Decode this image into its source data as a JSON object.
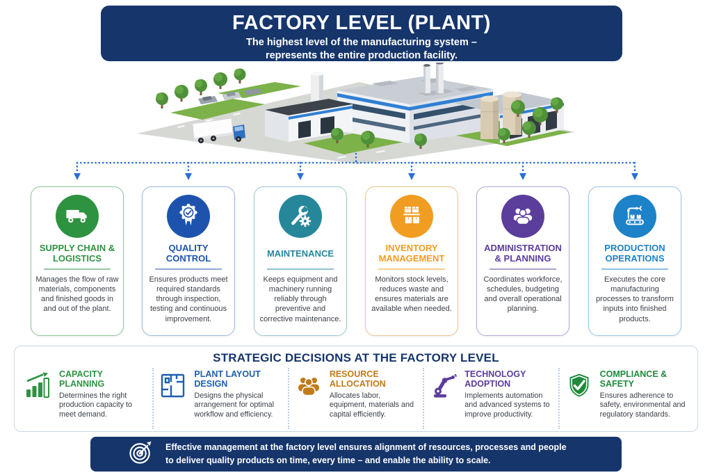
{
  "header": {
    "title": "FACTORY LEVEL (PLANT)",
    "subtitle_line1": "The highest level of the manufacturing system –",
    "subtitle_line2": "represents the entire production facility."
  },
  "factory_image": {
    "description": "Isometric 3D factory plant with white-and-blue industrial buildings, chimneys, silos, trees, parking lot and delivery truck"
  },
  "colors": {
    "banner": "#16356b",
    "connector": "#2a6fd4"
  },
  "cards": [
    {
      "icon": "truck-icon",
      "accent": "#2e9341",
      "border": "#90c498",
      "title": "SUPPLY CHAIN & LOGISTICS",
      "description": "Manages the flow of raw materials, components and finished goods in and out of the plant."
    },
    {
      "icon": "quality-badge-icon",
      "accent": "#1d53ad",
      "border": "#9db6dd",
      "title": "QUALITY CONTROL",
      "description": "Ensures products meet required standards through inspection, testing and continuous improvement."
    },
    {
      "icon": "wrench-gear-icon",
      "accent": "#26879b",
      "border": "#9ac6cf",
      "title": "MAINTENANCE",
      "description": "Keeps equipment and machinery running reliably through preventive and corrective maintenance."
    },
    {
      "icon": "inventory-boxes-icon",
      "accent": "#f09d22",
      "border": "#ecc48c",
      "title": "INVENTORY MANAGEMENT",
      "description": "Monitors stock levels, reduces waste and ensures materials are available when needed."
    },
    {
      "icon": "people-icon",
      "accent": "#5b3d9c",
      "border": "#b7a6da",
      "title": "ADMINISTRATION & PLANNING",
      "description": "Coordinates workforce, schedules, budgeting and overall operational planning."
    },
    {
      "icon": "robot-conveyor-icon",
      "accent": "#1d82c8",
      "border": "#97c6e6",
      "title": "PRODUCTION OPERATIONS",
      "description": "Executes the core manufacturing processes to transform inputs into finished products."
    }
  ],
  "strategic": {
    "title": "STRATEGIC DECISIONS AT THE FACTORY LEVEL",
    "items": [
      {
        "icon": "growth-chart-icon",
        "accent": "#2e9341",
        "title": "CAPACITY PLANNING",
        "description": "Determines the right production capacity to meet demand."
      },
      {
        "icon": "floor-plan-icon",
        "accent": "#1c5fb0",
        "title": "PLANT LAYOUT DESIGN",
        "description": "Designs the physical arrangement for optimal workflow and efficiency."
      },
      {
        "icon": "people-group-icon",
        "accent": "#c17a1a",
        "title": "RESOURCE ALLOCATION",
        "description": "Allocates labor, equipment, materials and capital efficiently."
      },
      {
        "icon": "robot-arm-icon",
        "accent": "#5b3d9c",
        "title": "TECHNOLOGY ADOPTION",
        "description": "Implements automation and advanced systems to improve productivity."
      },
      {
        "icon": "shield-check-icon",
        "accent": "#1f8a3d",
        "title": "COMPLIANCE & SAFETY",
        "description": "Ensures adherence to safety, environmental and regulatory standards."
      }
    ]
  },
  "footer": {
    "icon": "target-dart-icon",
    "text_line1": "Effective management at the factory level ensures alignment of resources, processes and people",
    "text_line2": "to deliver quality products on time, every time – and enable the ability to scale."
  }
}
